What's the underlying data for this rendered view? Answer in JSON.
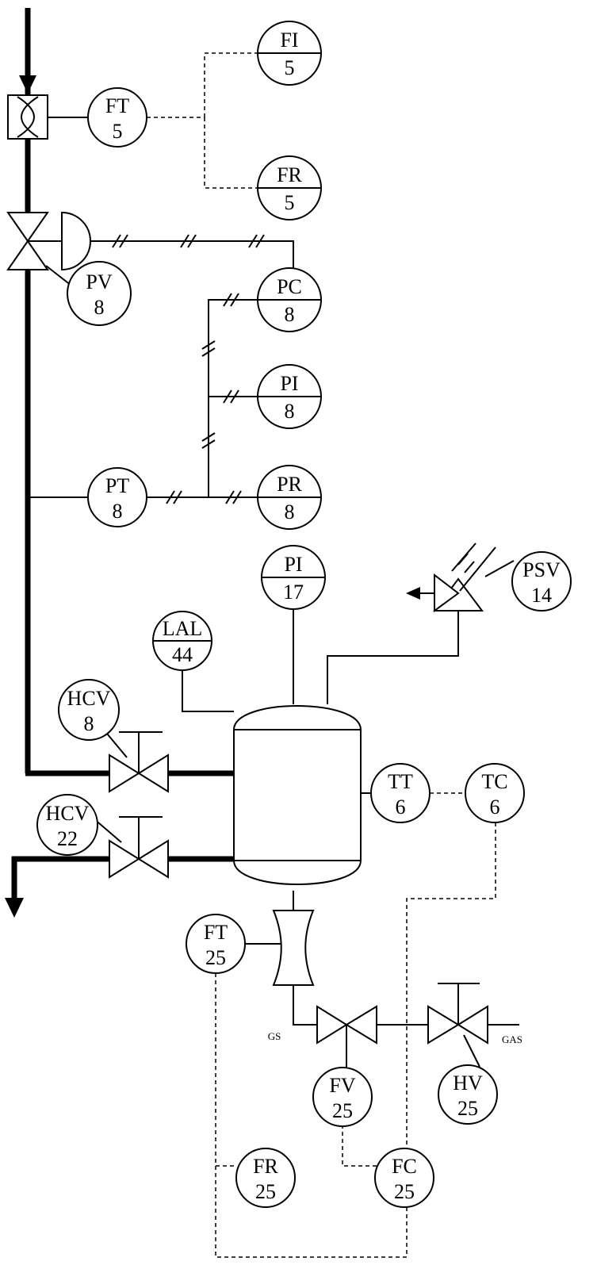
{
  "instruments": [
    {
      "id": "ft5",
      "l1": "FT",
      "l2": "5",
      "panel": false
    },
    {
      "id": "fi5",
      "l1": "FI",
      "l2": "5",
      "panel": true
    },
    {
      "id": "fr5",
      "l1": "FR",
      "l2": "5",
      "panel": true
    },
    {
      "id": "pv8",
      "l1": "PV",
      "l2": "8",
      "panel": false
    },
    {
      "id": "pc8",
      "l1": "PC",
      "l2": "8",
      "panel": true
    },
    {
      "id": "pi8",
      "l1": "PI",
      "l2": "8",
      "panel": true
    },
    {
      "id": "pt8",
      "l1": "PT",
      "l2": "8",
      "panel": false
    },
    {
      "id": "pr8",
      "l1": "PR",
      "l2": "8",
      "panel": true
    },
    {
      "id": "pi17",
      "l1": "PI",
      "l2": "17",
      "panel": true
    },
    {
      "id": "psv14",
      "l1": "PSV",
      "l2": "14",
      "panel": false
    },
    {
      "id": "lal44",
      "l1": "LAL",
      "l2": "44",
      "panel": true
    },
    {
      "id": "hcv8",
      "l1": "HCV",
      "l2": "8",
      "panel": false
    },
    {
      "id": "hcv22",
      "l1": "HCV",
      "l2": "22",
      "panel": false
    },
    {
      "id": "tt6",
      "l1": "TT",
      "l2": "6",
      "panel": false
    },
    {
      "id": "tc6",
      "l1": "TC",
      "l2": "6",
      "panel": false
    },
    {
      "id": "ft25",
      "l1": "FT",
      "l2": "25",
      "panel": false
    },
    {
      "id": "fv25",
      "l1": "FV",
      "l2": "25",
      "panel": false
    },
    {
      "id": "hv25",
      "l1": "HV",
      "l2": "25",
      "panel": false
    },
    {
      "id": "fr25",
      "l1": "FR",
      "l2": "25",
      "panel": false
    },
    {
      "id": "fc25",
      "l1": "FC",
      "l2": "25",
      "panel": false
    }
  ],
  "labels": {
    "gs": "GS",
    "gas": "GAS"
  },
  "colors": {
    "ink": "#000000",
    "background": "#ffffff"
  }
}
